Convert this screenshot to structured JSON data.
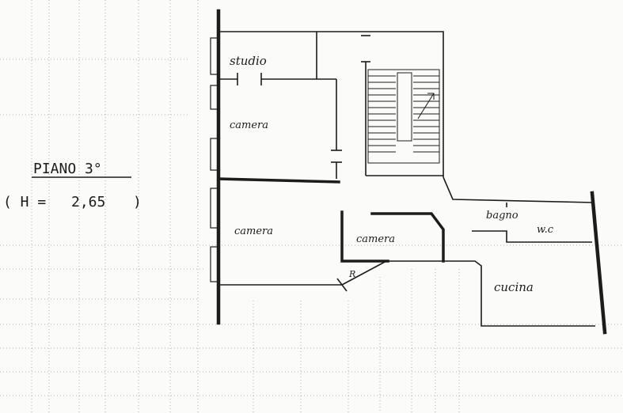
{
  "floor": {
    "title": "PIANO 3°",
    "height_prefix": "( H =",
    "height_value": "2,65",
    "height_suffix": ")"
  },
  "rooms": {
    "studio": "studio",
    "camera_top": "camera",
    "camera_left": "camera",
    "camera_mid": "camera",
    "bagno": "bagno",
    "wc": "w.c",
    "cucina": "cucina",
    "ripostiglio": "R"
  },
  "colors": {
    "ink": "#1c1c1c",
    "paper": "#fbfbf9",
    "grid": "#9a9a9a"
  }
}
